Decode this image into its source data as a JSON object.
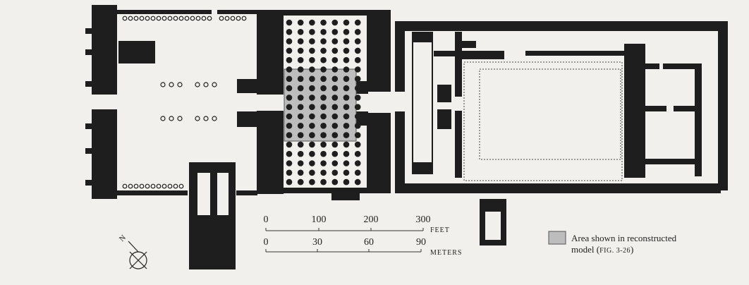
{
  "diagram": {
    "scale": {
      "feet_ticks": [
        "0",
        "100",
        "200",
        "300"
      ],
      "feet_unit": "FEET",
      "meter_ticks": [
        "0",
        "30",
        "60",
        "90"
      ],
      "meter_unit": "METERS"
    },
    "north_label": "N",
    "legend": {
      "line1": "Area shown in reconstructed",
      "line2_prefix": "model (",
      "line2_ref": "FIG. 3-26",
      "line2_suffix": ")"
    },
    "colors": {
      "wall": "#1e1e1e",
      "background": "#f1f0ec",
      "highlight": "#bdbdbd"
    }
  }
}
